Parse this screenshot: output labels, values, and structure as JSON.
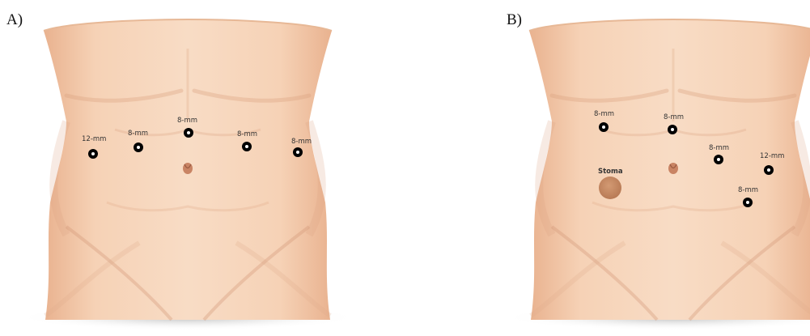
{
  "panels": [
    {
      "label": "A)",
      "ports": [
        {
          "label": "12-mm"
        },
        {
          "label": "8-mm"
        },
        {
          "label": "8-mm"
        },
        {
          "label": "8-mm"
        },
        {
          "label": "8-mm"
        }
      ]
    },
    {
      "label": "B)",
      "ports": [
        {
          "label": "8-mm"
        },
        {
          "label": "8-mm"
        },
        {
          "label": "8-mm"
        },
        {
          "label": "12-mm"
        },
        {
          "label": "8-mm"
        }
      ],
      "stoma": {
        "label": "Stoma"
      }
    }
  ],
  "colors": {
    "skin": "#f2c8a8",
    "skin_shadow": "#d9a17e",
    "port": "#000000",
    "stoma": "#c58a63"
  }
}
